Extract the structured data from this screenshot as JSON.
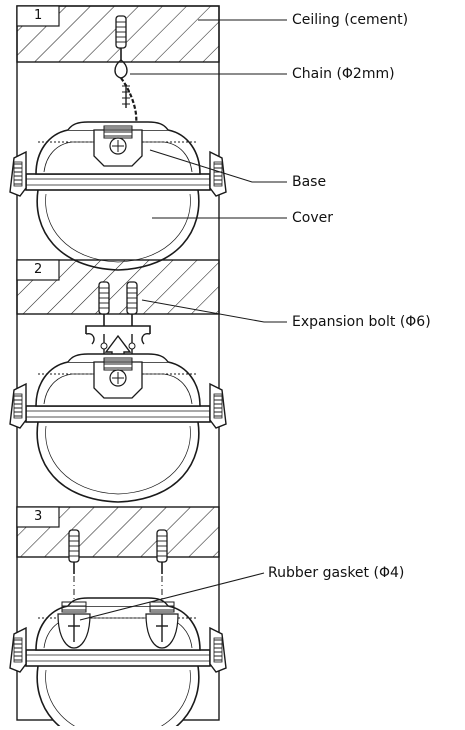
{
  "steps": [
    {
      "number": "1"
    },
    {
      "number": "2"
    },
    {
      "number": "3"
    }
  ],
  "labels": {
    "ceiling": "Ceiling (cement)",
    "chain": "Chain (Φ2mm)",
    "base": "Base",
    "cover": "Cover",
    "expansion_bolt": "Expansion bolt (Φ6)",
    "rubber_gasket": "Rubber gasket (Φ4)"
  },
  "colors": {
    "line": "#1a1a1a",
    "hatch": "#222222",
    "background": "#ffffff"
  }
}
